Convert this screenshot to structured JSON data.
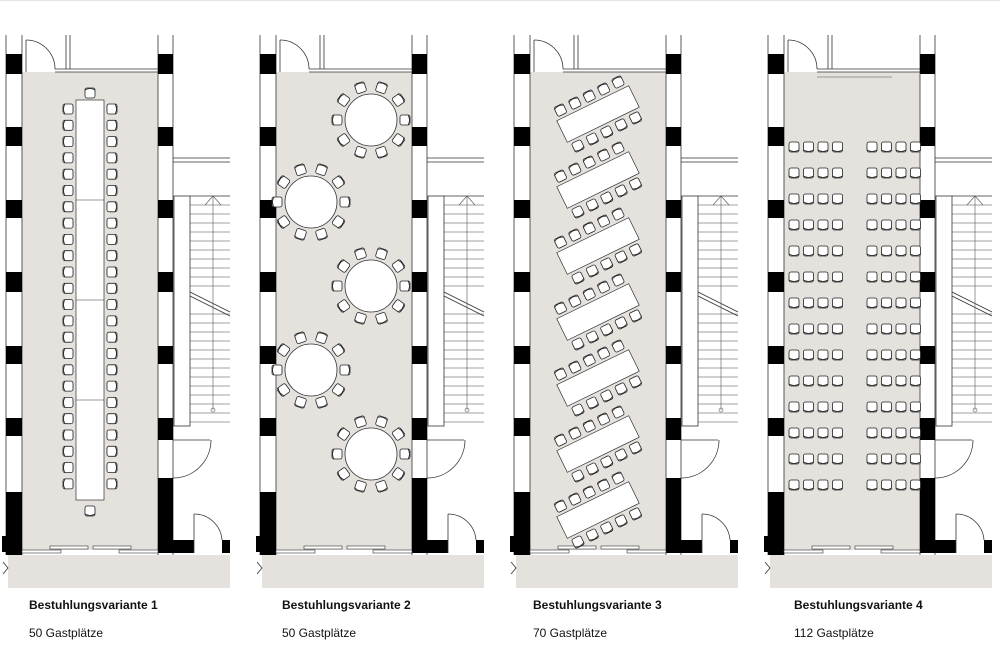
{
  "page": {
    "type": "seating-layout-comparison",
    "colors": {
      "floor": "#e5e1dd",
      "wall": "#000000",
      "line": "#222222",
      "furniture": "#ffffff"
    }
  },
  "variants": [
    {
      "title": "Bestuhlungsvariante 1",
      "capacity": "50 Gastplätze",
      "layout": "long-table",
      "seats": 50
    },
    {
      "title": "Bestuhlungsvariante 2",
      "capacity": "50 Gastplätze",
      "layout": "round-tables",
      "tables": 5,
      "seats_per_table": 10,
      "seats": 50
    },
    {
      "title": "Bestuhlungsvariante 3",
      "capacity": "70 Gastplätze",
      "layout": "diagonal-tables",
      "tables": 7,
      "seats_per_table": 10,
      "seats": 70
    },
    {
      "title": "Bestuhlungsvariante 4",
      "capacity": "112 Gastplätze",
      "layout": "rows",
      "rows": 14,
      "seats_per_row": 8,
      "seats": 112
    }
  ]
}
